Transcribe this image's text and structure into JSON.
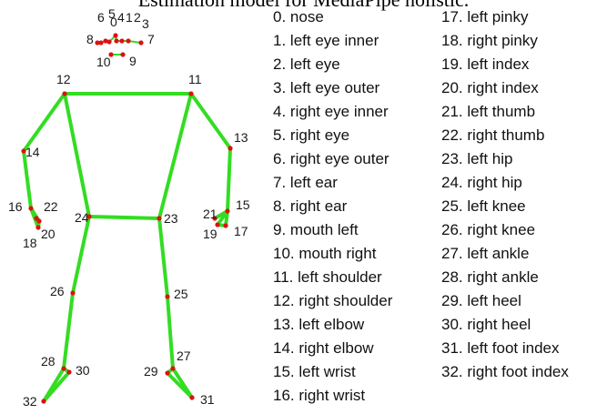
{
  "caption": "Estimation model for MediaPipe holistic.",
  "colors": {
    "bone": "#33dd22",
    "joint": "#dd1111"
  },
  "keypoints": [
    {
      "id": "0",
      "name": "nose"
    },
    {
      "id": "1",
      "name": "left eye inner"
    },
    {
      "id": "2",
      "name": "left eye"
    },
    {
      "id": "3",
      "name": "left eye outer"
    },
    {
      "id": "4",
      "name": "right eye inner"
    },
    {
      "id": "5",
      "name": "right eye"
    },
    {
      "id": "6",
      "name": "right eye outer"
    },
    {
      "id": "7",
      "name": "left ear"
    },
    {
      "id": "8",
      "name": "right ear"
    },
    {
      "id": "9",
      "name": "mouth left"
    },
    {
      "id": "10",
      "name": "mouth right"
    },
    {
      "id": "11",
      "name": "left shoulder"
    },
    {
      "id": "12",
      "name": "right shoulder"
    },
    {
      "id": "13",
      "name": "left elbow"
    },
    {
      "id": "14",
      "name": "right elbow"
    },
    {
      "id": "15",
      "name": "left wrist"
    },
    {
      "id": "16",
      "name": "right wrist"
    },
    {
      "id": "17",
      "name": "left pinky"
    },
    {
      "id": "18",
      "name": "right pinky"
    },
    {
      "id": "19",
      "name": "left index"
    },
    {
      "id": "20",
      "name": "right index"
    },
    {
      "id": "21",
      "name": "left thumb"
    },
    {
      "id": "22",
      "name": "right thumb"
    },
    {
      "id": "23",
      "name": "left hip"
    },
    {
      "id": "24",
      "name": "right hip"
    },
    {
      "id": "25",
      "name": "left knee"
    },
    {
      "id": "26",
      "name": "right knee"
    },
    {
      "id": "27",
      "name": "left ankle"
    },
    {
      "id": "28",
      "name": "right ankle"
    },
    {
      "id": "29",
      "name": "left heel"
    },
    {
      "id": "30",
      "name": "right heel"
    },
    {
      "id": "31",
      "name": "left foot index"
    },
    {
      "id": "32",
      "name": "right foot index"
    }
  ],
  "connections": [
    [
      0,
      1
    ],
    [
      1,
      2
    ],
    [
      2,
      3
    ],
    [
      3,
      7
    ],
    [
      0,
      4
    ],
    [
      4,
      5
    ],
    [
      5,
      6
    ],
    [
      6,
      8
    ],
    [
      9,
      10
    ],
    [
      11,
      12
    ],
    [
      11,
      13
    ],
    [
      13,
      15
    ],
    [
      15,
      17
    ],
    [
      15,
      19
    ],
    [
      15,
      21
    ],
    [
      17,
      19
    ],
    [
      12,
      14
    ],
    [
      14,
      16
    ],
    [
      16,
      18
    ],
    [
      16,
      20
    ],
    [
      16,
      22
    ],
    [
      18,
      20
    ],
    [
      11,
      23
    ],
    [
      12,
      24
    ],
    [
      23,
      24
    ],
    [
      23,
      25
    ],
    [
      25,
      27
    ],
    [
      27,
      29
    ],
    [
      27,
      31
    ],
    [
      29,
      31
    ],
    [
      24,
      26
    ],
    [
      26,
      28
    ],
    [
      28,
      30
    ],
    [
      28,
      32
    ],
    [
      30,
      32
    ]
  ]
}
